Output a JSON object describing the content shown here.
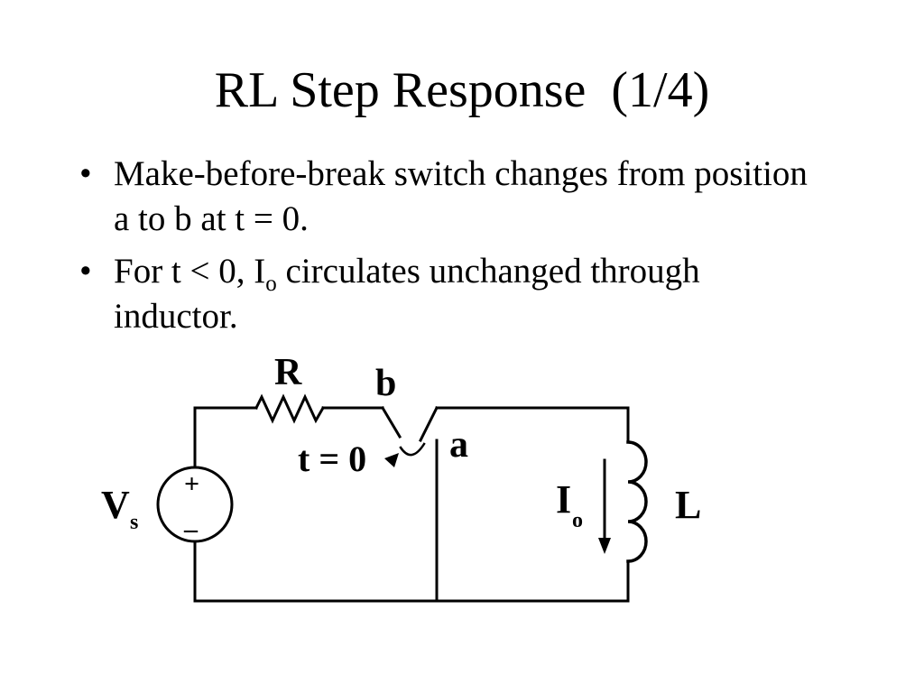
{
  "slide": {
    "title": "RL Step Response  (1/4)",
    "bullets": [
      {
        "text": "Make-before-break switch changes from position a to b at t = 0."
      },
      {
        "text_before": "For t < 0, I",
        "subscript": "o",
        "text_after": " circulates unchanged through inductor."
      }
    ],
    "bullet_symbol": "•"
  },
  "circuit": {
    "resistor_label": "R",
    "switch_contact_b": "b",
    "switch_contact_a": "a",
    "switch_time": "t = 0",
    "source_label": "V",
    "source_subscript": "s",
    "source_plus": "+",
    "source_minus": "–",
    "current_label": "I",
    "current_subscript": "o",
    "inductor_label": "L"
  }
}
